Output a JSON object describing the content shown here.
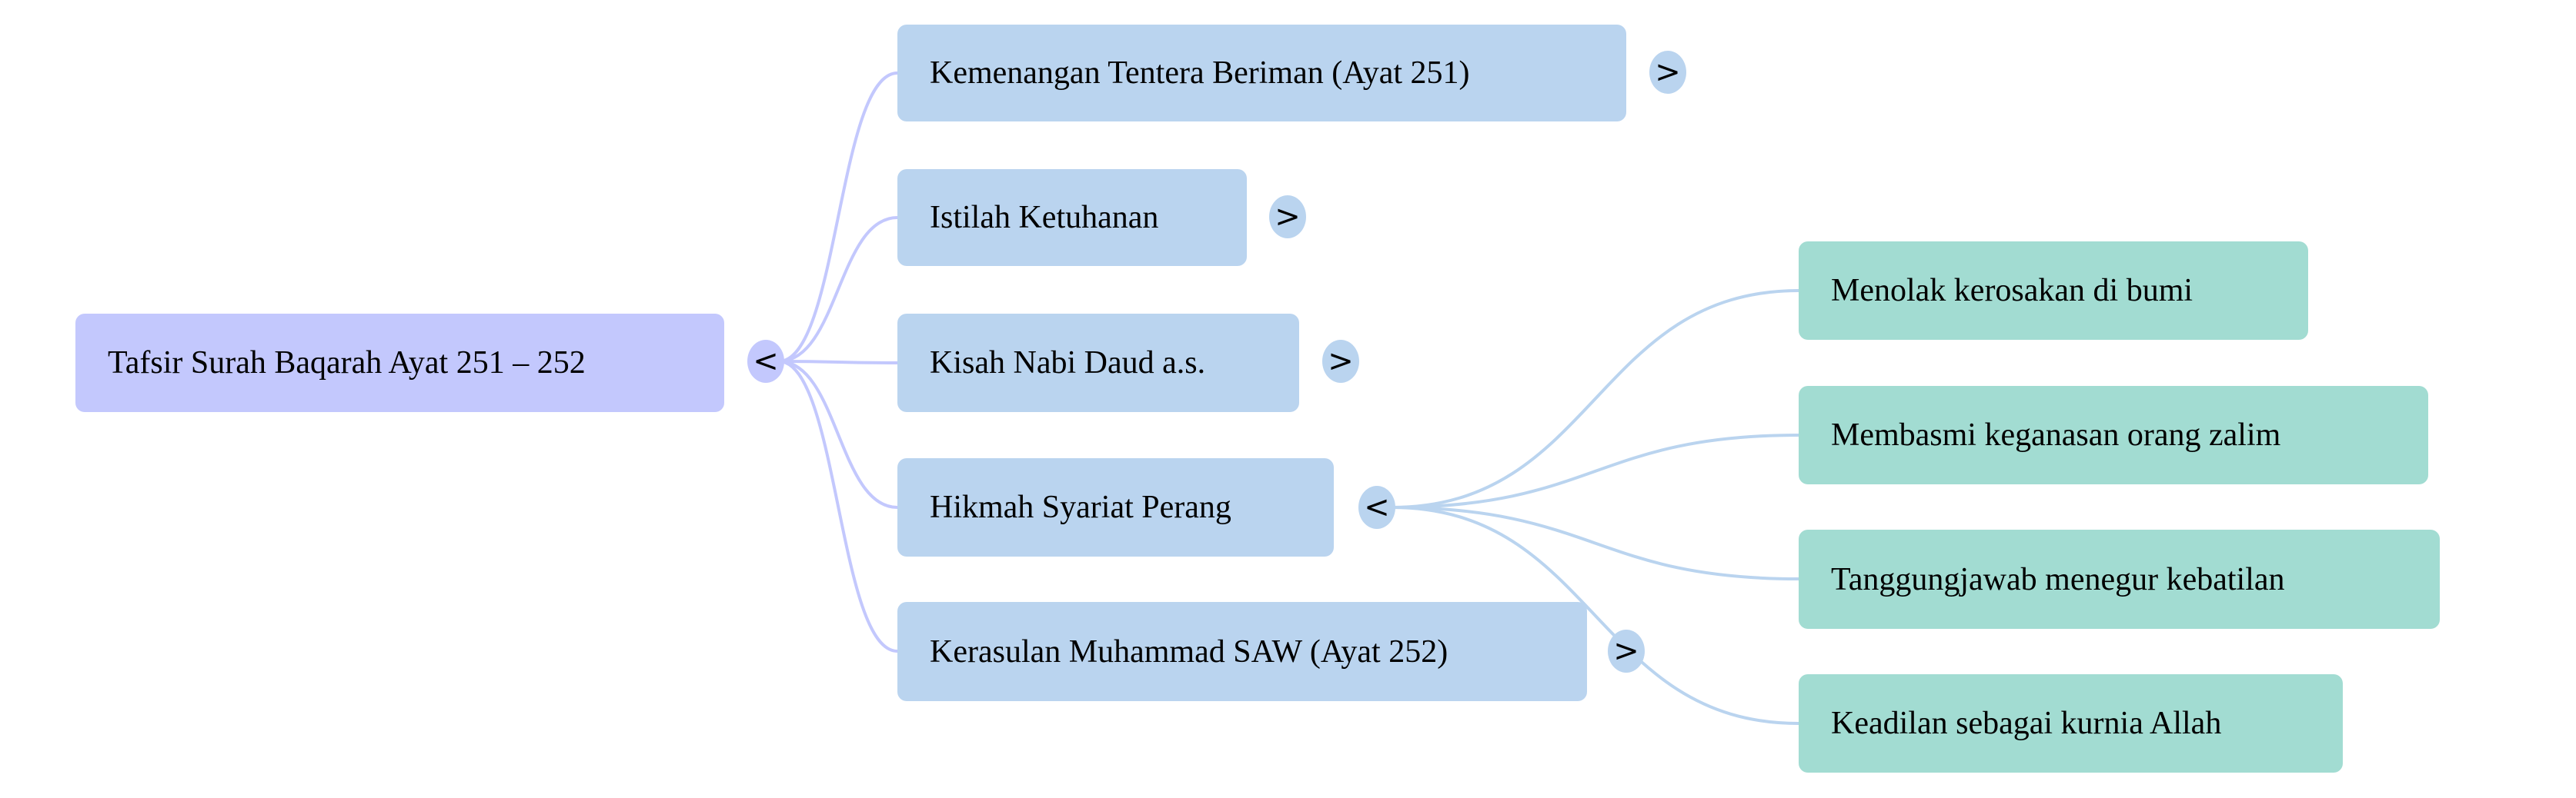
{
  "root": {
    "label": "Tafsir Surah Baqarah Ayat 251 – 252",
    "toggle": "<"
  },
  "children": [
    {
      "label": "Kemenangan Tentera Beriman (Ayat 251)",
      "toggle": ">"
    },
    {
      "label": "Istilah Ketuhanan",
      "toggle": ">"
    },
    {
      "label": "Kisah Nabi Daud a.s.",
      "toggle": ">"
    },
    {
      "label": "Hikmah Syariat Perang",
      "toggle": "<"
    },
    {
      "label": "Kerasulan Muhammad SAW (Ayat 252)",
      "toggle": ">"
    }
  ],
  "hikmah_children": [
    {
      "label": "Menolak kerosakan di bumi"
    },
    {
      "label": "Membasmi keganasan orang zalim"
    },
    {
      "label": "Tanggungjawab menegur kebatilan"
    },
    {
      "label": "Keadilan sebagai kurnia Allah"
    }
  ],
  "colors": {
    "root": "#c3c8fd",
    "level1": "#bad4ef",
    "level2": "#a2dcd2"
  }
}
